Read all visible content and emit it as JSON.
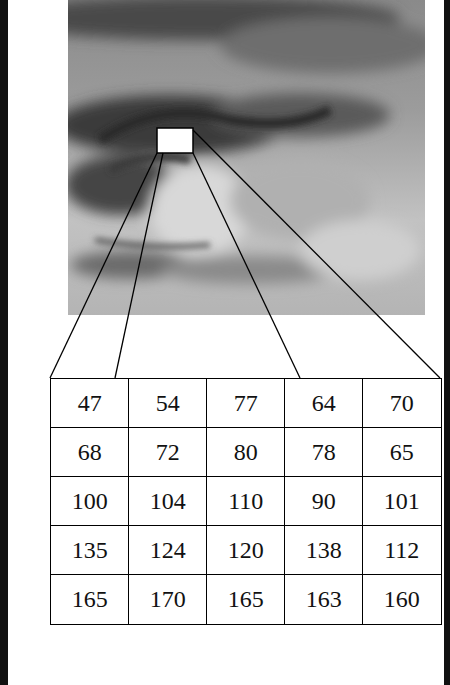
{
  "diagram": {
    "labels": [
      "47",
      "54",
      "77",
      "64",
      "70",
      "68",
      "72",
      "80",
      "78",
      "65",
      "100",
      "104",
      "110",
      "90",
      "101",
      "135",
      "124",
      "120",
      "138",
      "112",
      "165",
      "170",
      "165",
      "163",
      "160"
    ]
  }
}
